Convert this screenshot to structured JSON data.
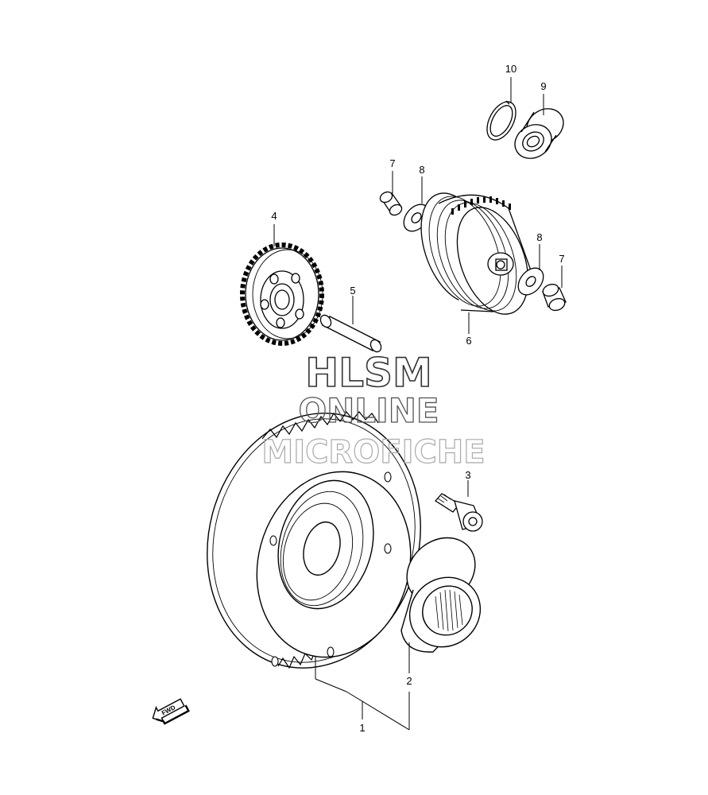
{
  "callouts": {
    "c1": "1",
    "c2": "2",
    "c3": "3",
    "c4": "4",
    "c5": "5",
    "c6": "6",
    "c7a": "7",
    "c7b": "7",
    "c8a": "8",
    "c8b": "8",
    "c9": "9",
    "c10": "10"
  },
  "watermark": {
    "line1": "HLSM",
    "line2": "ONLINE",
    "line3": "MICROFICHE"
  },
  "fwd_label": "FWD"
}
